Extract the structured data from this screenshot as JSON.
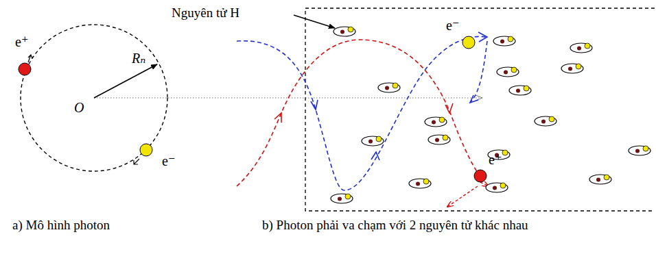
{
  "diagram": {
    "labels": [
      "Nguyên tử H",
      "e⁺",
      "Rₙ",
      "O",
      "e⁻",
      "e⁻",
      "e⁺",
      "a) Mô hình photon",
      "b) Photon phải va chạm với 2 nguyên tử khác nhau"
    ]
  }
}
